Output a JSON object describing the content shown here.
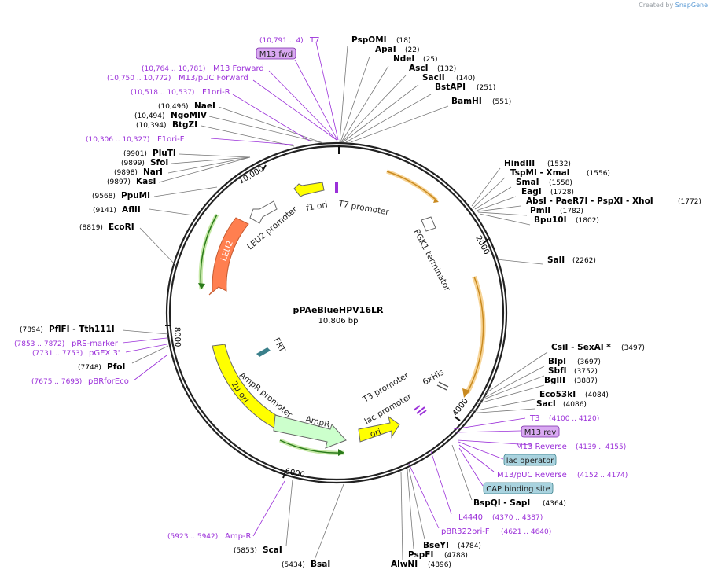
{
  "brand": {
    "prefix": "Created by",
    "name": "SnapGene"
  },
  "plasmid": {
    "name": "pPAeBlueHPV16LR",
    "size": "10,806 bp"
  },
  "ticks": [
    "2000",
    "4000",
    "6000",
    "8000",
    "10,000"
  ],
  "enzymes": [
    {
      "name": "PspOMI",
      "pos": "(18)"
    },
    {
      "name": "ApaI",
      "pos": "(22)"
    },
    {
      "name": "NdeI",
      "pos": "(25)"
    },
    {
      "name": "AscI",
      "pos": "(132)"
    },
    {
      "name": "SacII",
      "pos": "(140)"
    },
    {
      "name": "BstAPI",
      "pos": "(251)"
    },
    {
      "name": "BamHI",
      "pos": "(551)"
    },
    {
      "name": "HindIII",
      "pos": "(1532)"
    },
    {
      "name": "TspMI - XmaI",
      "pos": "(1556)"
    },
    {
      "name": "SmaI",
      "pos": "(1558)"
    },
    {
      "name": "EagI",
      "pos": "(1728)"
    },
    {
      "name": "AbsI - PaeR7I - PspXI - XhoI",
      "pos": "(1772)"
    },
    {
      "name": "PmlI",
      "pos": "(1782)"
    },
    {
      "name": "Bpu10I",
      "pos": "(1802)"
    },
    {
      "name": "SalI",
      "pos": "(2262)"
    },
    {
      "name": "CsiI - SexAI *",
      "pos": "(3497)"
    },
    {
      "name": "BlpI",
      "pos": "(3697)"
    },
    {
      "name": "SbfI",
      "pos": "(3752)"
    },
    {
      "name": "BglII",
      "pos": "(3887)"
    },
    {
      "name": "Eco53kI",
      "pos": "(4084)"
    },
    {
      "name": "SacI",
      "pos": "(4086)"
    },
    {
      "name": "BspQI - SapI",
      "pos": "(4364)"
    },
    {
      "name": "BseYI",
      "pos": "(4784)"
    },
    {
      "name": "PspFI",
      "pos": "(4788)"
    },
    {
      "name": "AlwNI",
      "pos": "(4896)"
    },
    {
      "name": "BsaI",
      "pos": "(5434)"
    },
    {
      "name": "ScaI",
      "pos": "(5853)"
    },
    {
      "name": "PfoI",
      "pos": "(7748)"
    },
    {
      "name": "PflFI - Tth111I",
      "pos": "(7894)"
    },
    {
      "name": "EcoRI",
      "pos": "(8819)"
    },
    {
      "name": "AflII",
      "pos": "(9141)"
    },
    {
      "name": "PpuMI",
      "pos": "(9568)"
    },
    {
      "name": "KasI",
      "pos": "(9897)"
    },
    {
      "name": "NarI",
      "pos": "(9898)"
    },
    {
      "name": "SfoI",
      "pos": "(9899)"
    },
    {
      "name": "PluTI",
      "pos": "(9901)"
    },
    {
      "name": "BtgZI",
      "pos": "(10,394)"
    },
    {
      "name": "NgoMIV",
      "pos": "(10,494)"
    },
    {
      "name": "NaeI",
      "pos": "(10,496)"
    }
  ],
  "primers": [
    {
      "name": "T7",
      "pos": "(10,791 .. 4)"
    },
    {
      "name": "M13 Forward",
      "pos": "(10,764 .. 10,781)"
    },
    {
      "name": "M13/pUC Forward",
      "pos": "(10,750 .. 10,772)"
    },
    {
      "name": "F1ori-R",
      "pos": "(10,518 .. 10,537)"
    },
    {
      "name": "F1ori-F",
      "pos": "(10,306 .. 10,327)"
    },
    {
      "name": "T3",
      "pos": "(4100 .. 4120)"
    },
    {
      "name": "M13 Reverse",
      "pos": "(4139 .. 4155)"
    },
    {
      "name": "M13/pUC Reverse",
      "pos": "(4152 .. 4174)"
    },
    {
      "name": "L4440",
      "pos": "(4370 .. 4387)"
    },
    {
      "name": "pBR322ori-F",
      "pos": "(4621 .. 4640)"
    },
    {
      "name": "Amp-R",
      "pos": "(5923 .. 5942)"
    },
    {
      "name": "pBRforEco",
      "pos": "(7675 .. 7693)"
    },
    {
      "name": "pGEX 3'",
      "pos": "(7731 .. 7753)"
    },
    {
      "name": "pRS-marker",
      "pos": "(7853 .. 7872)"
    }
  ],
  "boxed": [
    "M13 fwd",
    "M13 rev",
    "lac operator",
    "CAP binding site"
  ],
  "features": [
    "T7 promoter",
    "f1 ori",
    "LEU2 promoter",
    "LEU2",
    "PGK1 terminator",
    "FRT",
    "AmpR promoter",
    "2μ ori",
    "AmpR",
    "ori",
    "lac promoter",
    "T3 promoter",
    "6xHis"
  ],
  "colors": {
    "enzyme": "#000000",
    "primer": "#9b30d9",
    "yellow_feature": "#ffff00",
    "orange_feature": "#ff7f50",
    "ampr": "#ccffcc",
    "terminator_band": "#f0b040",
    "boxed_primer": "#d9a9f2",
    "boxed_blue": "#a9d3df"
  }
}
